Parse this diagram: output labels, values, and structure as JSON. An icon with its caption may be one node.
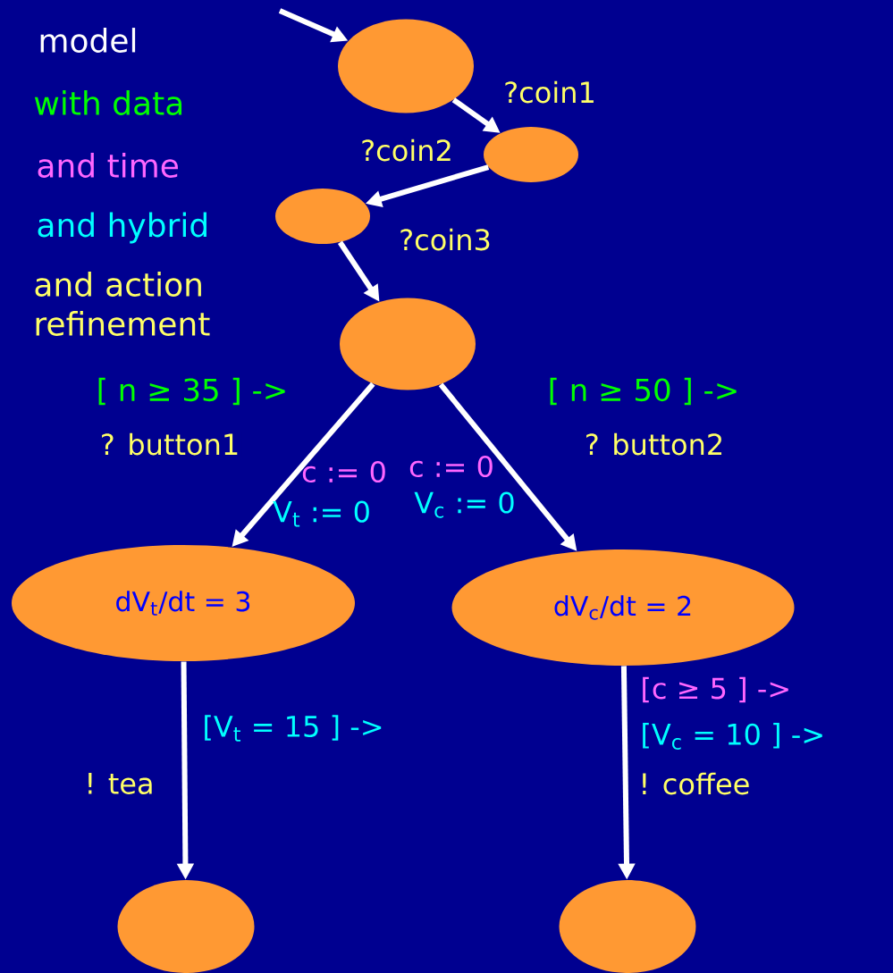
{
  "diagram": {
    "nodes": [
      {
        "text": [],
        "shape": "ellipse"
      },
      {
        "text": [],
        "shape": "ellipse"
      },
      {
        "text": [],
        "shape": "ellipse"
      },
      {
        "text": [],
        "shape": "ellipse"
      },
      {
        "text": [
          "dV$_{t}$/dt = 3"
        ]
      },
      {
        "text": [
          "dV$_{c}$/dt = 2"
        ]
      },
      {
        "text": [],
        "shape": "ellipse"
      },
      {
        "text": [],
        "shape": "ellipse"
      }
    ],
    "edges": [
      {
        "from": null,
        "to": 0,
        "arrow": "to"
      },
      {
        "from": 0,
        "to": 1,
        "arrow": "to",
        "label": "?coin1"
      },
      {
        "from": 1,
        "to": 2,
        "arrow": "to",
        "label": "?coin2"
      },
      {
        "from": 2,
        "to": 3,
        "arrow": "to",
        "label": "?coin3"
      },
      {
        "from": 3,
        "to": 4,
        "arrow": "to",
        "label": "? button1"
      },
      {
        "from": 3,
        "to": 5,
        "arrow": "to",
        "label": "? button2"
      },
      {
        "from": 4,
        "to": 6,
        "arrow": "to",
        "label": "! tea"
      },
      {
        "from": 5,
        "to": 7,
        "arrow": "to",
        "label": "! coffee"
      }
    ],
    "labels": [
      "model",
      "with data",
      "and time",
      "and hybrid",
      "and action refinement",
      "[ n ≥ 35 ] ->",
      "[ n ≥ 50 ] ->",
      "c := 0",
      "V$_{t}$ := 0",
      "c := 0",
      "V$_{c}$ := 0",
      "[V$_{t}$ = 15 ] ->",
      "[c ≥ 5 ] ->",
      "[V$_{c}$ = 10 ] ->"
    ]
  }
}
